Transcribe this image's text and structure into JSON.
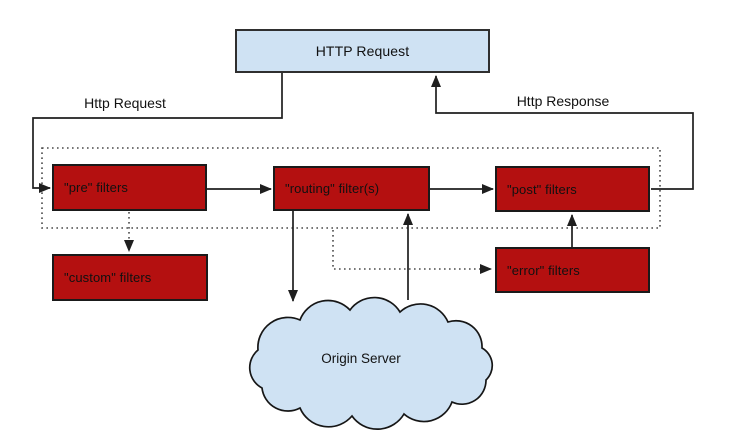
{
  "nodes": {
    "http_request": {
      "label": "HTTP Request"
    },
    "pre": {
      "label": "\"pre\" filters"
    },
    "routing": {
      "label": "\"routing\" filter(s)"
    },
    "post": {
      "label": "\"post\" filters"
    },
    "custom": {
      "label": "\"custom\" filters"
    },
    "error": {
      "label": "\"error\" filters"
    },
    "origin_server": {
      "label": "Origin Server"
    }
  },
  "edge_labels": {
    "request": "Http Request",
    "response": "Http Response"
  },
  "colors": {
    "node-red": "#b41010",
    "node-blue": "#cfe2f3",
    "line": "#1f1f1f",
    "dot": "#4a4a4a",
    "border-dark": "#1a1a1a",
    "text": "#111111",
    "background": "#ffffff"
  }
}
